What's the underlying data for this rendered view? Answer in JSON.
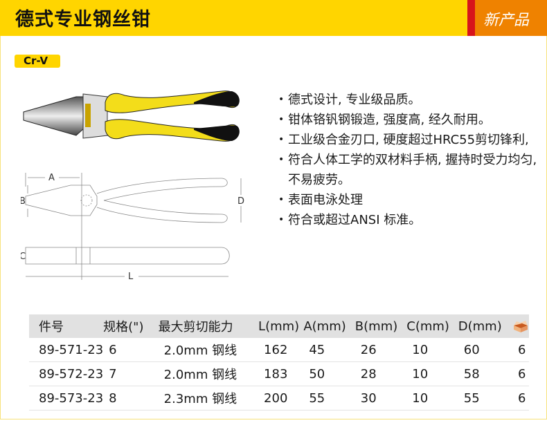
{
  "header": {
    "title": "德式专业钢丝钳",
    "tag": "新产品",
    "colors": {
      "brand_yellow": "#ffd500",
      "accent_red": "#d7141b",
      "tag_orange": "#ef8200"
    }
  },
  "badge": {
    "label": "Cr-V"
  },
  "diagram": {
    "labels": {
      "A": "A",
      "B": "B",
      "C": "C",
      "D": "D",
      "L": "L"
    }
  },
  "features": [
    "德式设计, 专业级品质。",
    "钳体铬钒钢锻造, 强度高, 经久耐用。",
    "工业级合金刃口, 硬度超过HRC55剪切锋利,",
    "符合人体工学的双材料手柄, 握持时受力均匀, 不易疲劳。",
    "表面电泳处理",
    "符合或超过ANSI 标准。"
  ],
  "table": {
    "headers": [
      "件号",
      "规格(\")",
      "最大剪切能力",
      "L(mm)",
      "A(mm)",
      "B(mm)",
      "C(mm)",
      "D(mm)",
      "box-icon"
    ],
    "rows": [
      [
        "89-571-23",
        "6",
        "2.0mm 钢线",
        "162",
        "45",
        "26",
        "10",
        "60",
        "6"
      ],
      [
        "89-572-23",
        "7",
        "2.0mm 钢线",
        "183",
        "50",
        "28",
        "10",
        "58",
        "6"
      ],
      [
        "89-573-23",
        "8",
        "2.3mm 钢线",
        "200",
        "55",
        "30",
        "10",
        "55",
        "6"
      ]
    ]
  }
}
